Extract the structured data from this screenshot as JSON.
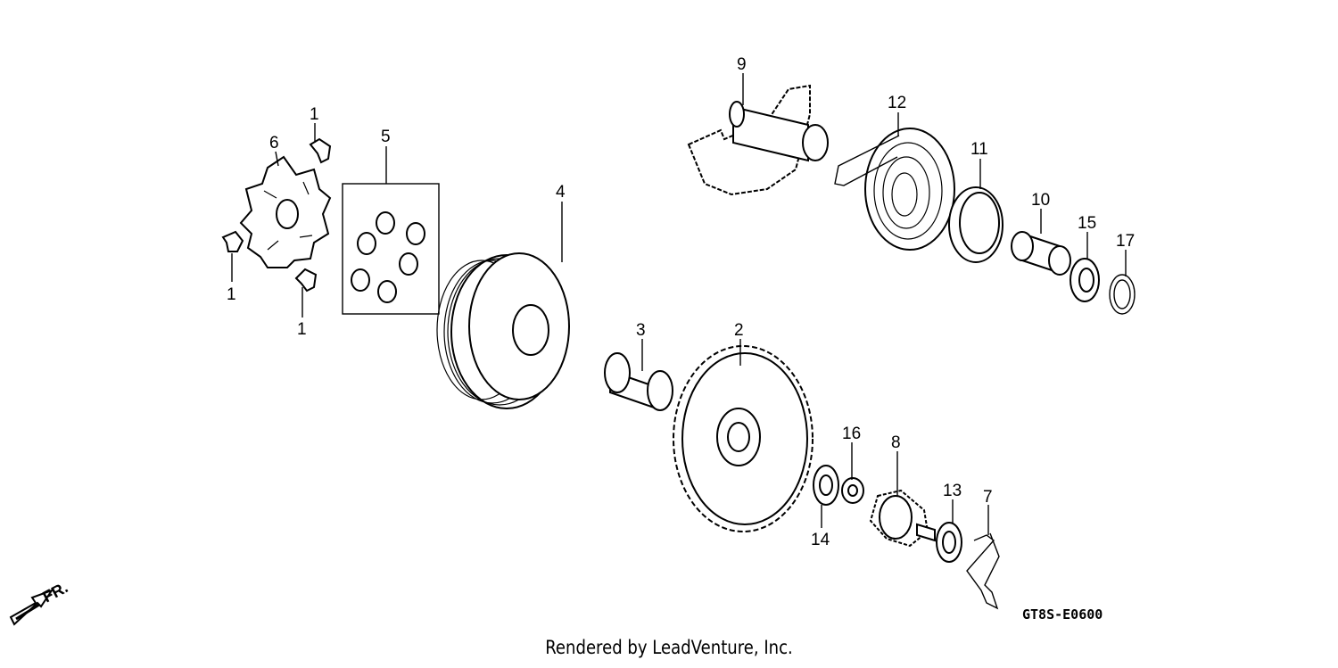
{
  "diagram": {
    "labels": {
      "p1a": "1",
      "p1b": "1",
      "p1c": "1",
      "p2": "2",
      "p3": "3",
      "p4": "4",
      "p5": "5",
      "p6": "6",
      "p7": "7",
      "p8": "8",
      "p9": "9",
      "p10": "10",
      "p11": "11",
      "p12": "12",
      "p13": "13",
      "p14": "14",
      "p15": "15",
      "p16": "16",
      "p17": "17"
    },
    "direction_label": "FR.",
    "drawing_code": "GT8S-E0600"
  },
  "footer": {
    "credit": "Rendered by LeadVenture, Inc."
  }
}
